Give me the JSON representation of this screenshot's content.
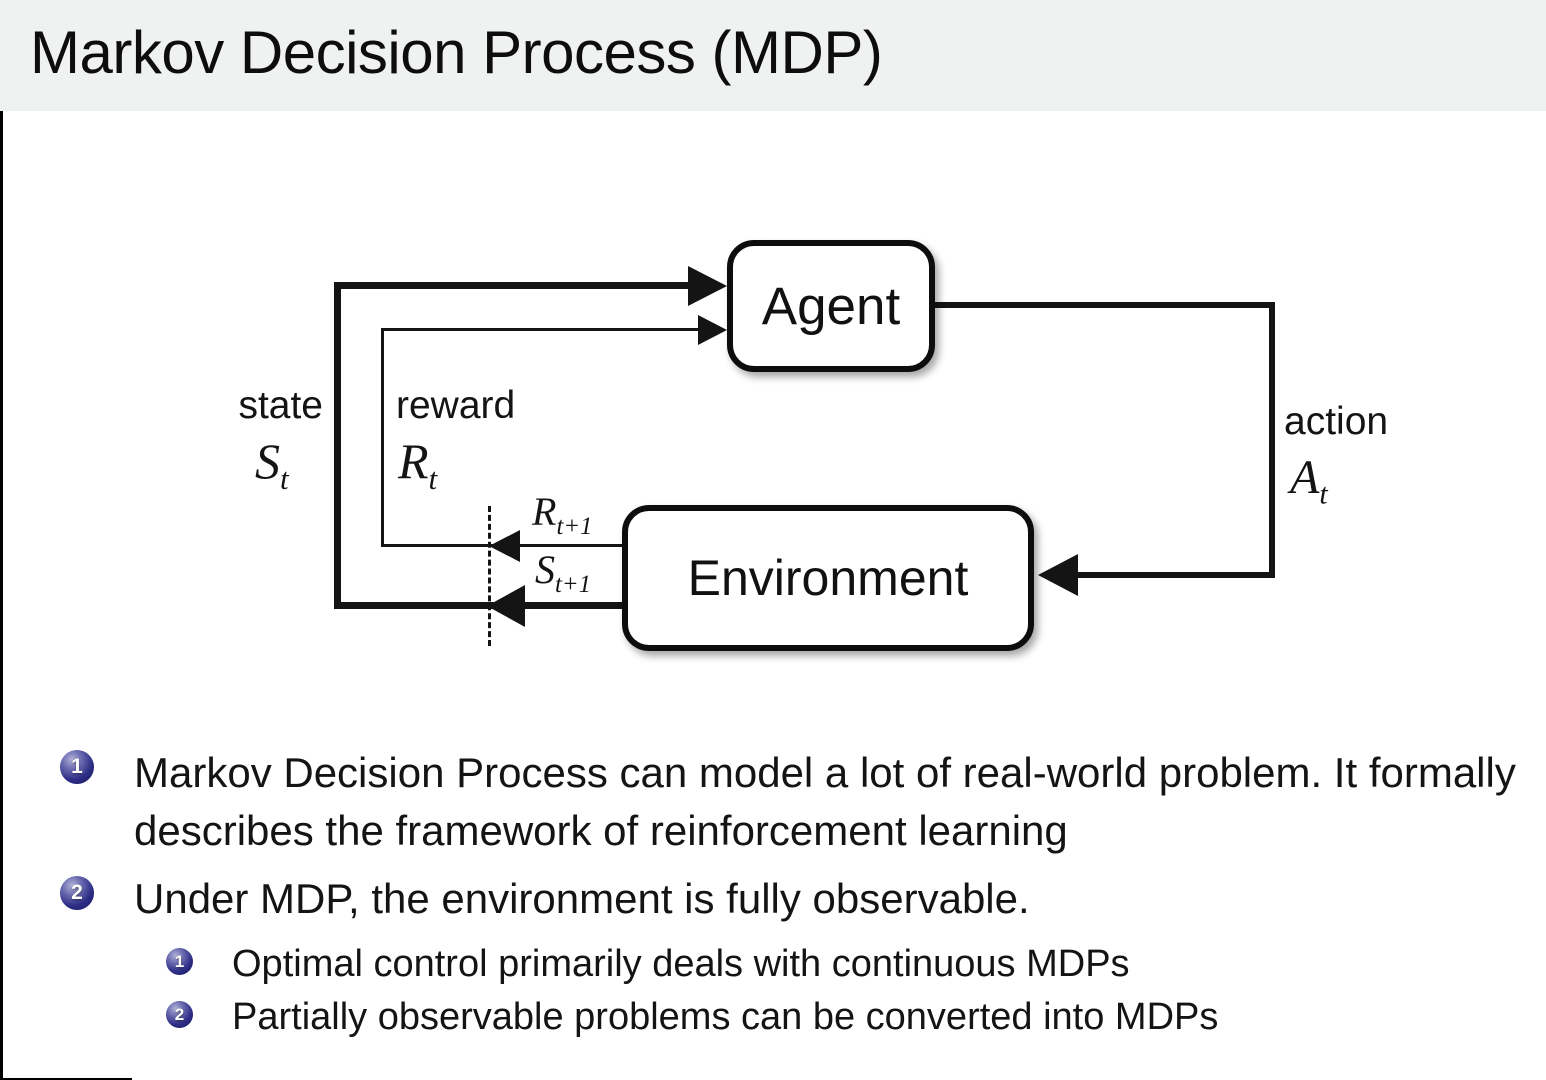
{
  "title": "Markov Decision Process (MDP)",
  "diagram": {
    "agent": "Agent",
    "environment": "Environment",
    "state": {
      "label": "state",
      "sym": "S",
      "sub": "t"
    },
    "reward": {
      "label": "reward",
      "sym": "R",
      "sub": "t"
    },
    "action": {
      "label": "action",
      "sym": "A",
      "sub": "t"
    },
    "next_reward": {
      "sym": "R",
      "sub": "t+1"
    },
    "next_state": {
      "sym": "S",
      "sub": "t+1"
    }
  },
  "bullets": {
    "item1": {
      "num": "1",
      "text": "Markov Decision Process can model a lot of real-world problem. It formally describes the framework of reinforcement learning"
    },
    "item2": {
      "num": "2",
      "text": "Under MDP, the environment is fully observable."
    },
    "sub1": {
      "num": "1",
      "text": "Optimal control primarily deals with continuous MDPs"
    },
    "sub2": {
      "num": "2",
      "text": "Partially observable problems can be converted into MDPs"
    }
  },
  "colors": {
    "title_band": "#f0f1f1",
    "body_background": "#ffffff",
    "text": "#141414",
    "diagram_line": "#141414",
    "badge_navy": "#2d2d86",
    "badge_text": "#ffffff"
  }
}
